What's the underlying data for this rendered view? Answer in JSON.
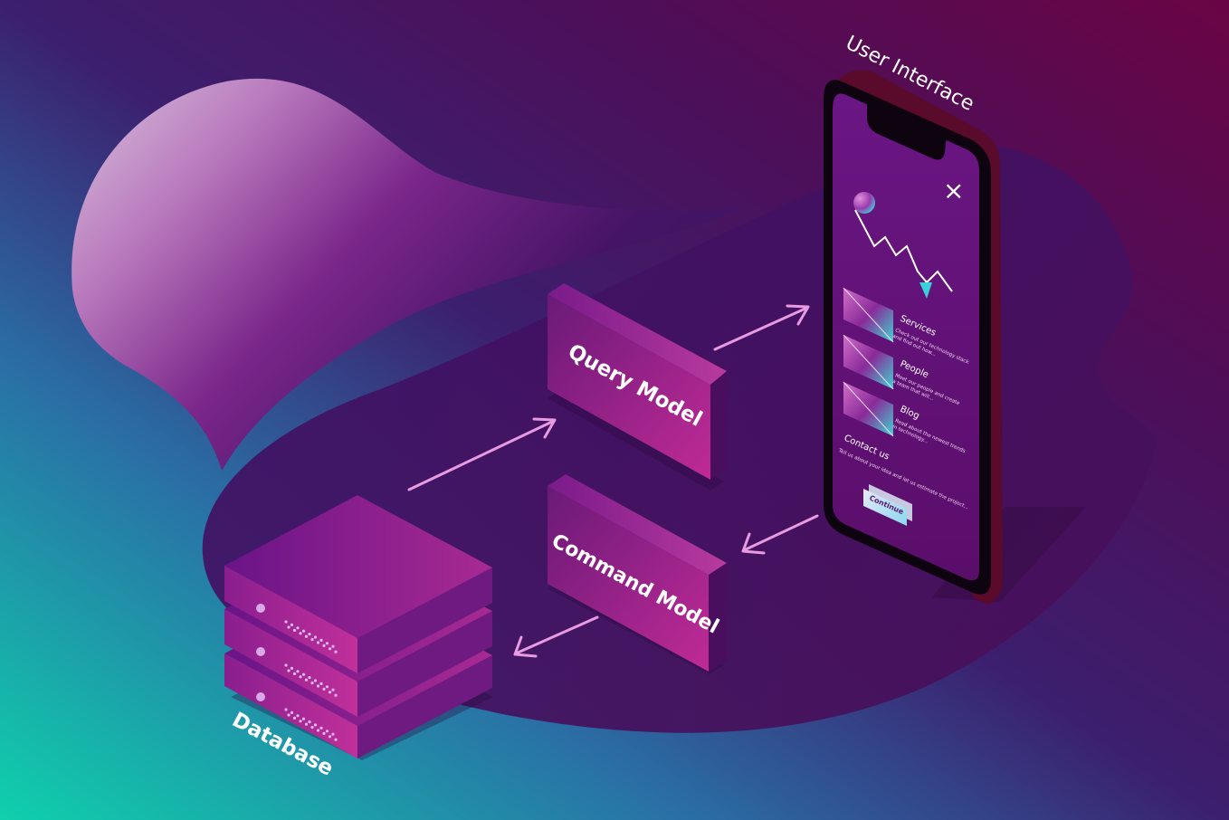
{
  "labels": {
    "user_interface": "User Interface",
    "query_model": "Query Model",
    "command_model": "Command Model",
    "database": "Database"
  },
  "phone": {
    "close_glyph": "×",
    "items": [
      {
        "title": "Services",
        "line1": "Check out our technology stack",
        "line2": "and find out how..."
      },
      {
        "title": "People",
        "line1": "Meet our people and create",
        "line2": "a team that will..."
      },
      {
        "title": "Blog",
        "line1": "Read about the newest trends",
        "line2": "in technology..."
      }
    ],
    "contact_title": "Contact us",
    "contact_text": "Tell us about your idea and let us estimate the project...",
    "button_label": "Continue"
  },
  "colors": {
    "bg_teal": "#14c4a8",
    "bg_indigo": "#3a2878",
    "bg_magenta": "#6a0a4a",
    "block_face": "#b02a98",
    "block_side": "#5a1470",
    "phone_screen": "#5e1478",
    "arrow": "#e89be0"
  }
}
